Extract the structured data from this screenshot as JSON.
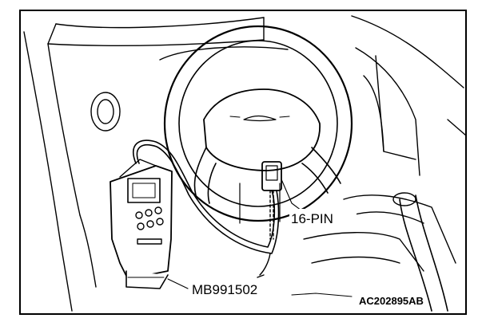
{
  "labels": {
    "connector": "16-PIN",
    "tool": "MB991502",
    "figure_id": "AC202895AB"
  },
  "colors": {
    "line": "#000000",
    "background": "#ffffff"
  }
}
